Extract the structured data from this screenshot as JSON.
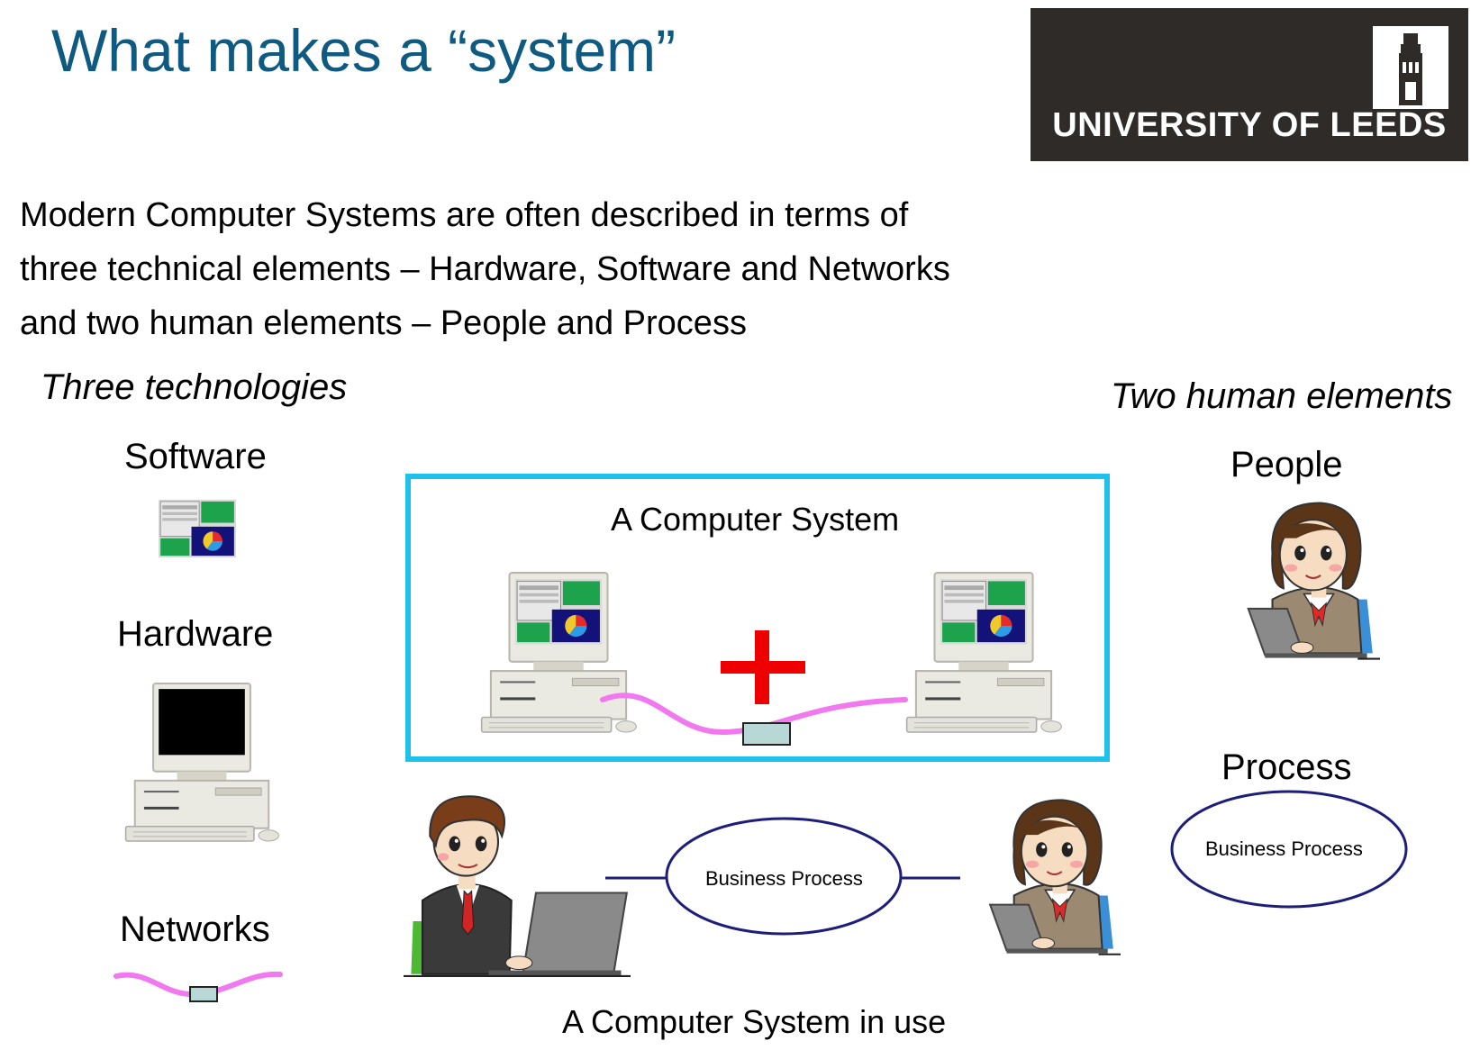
{
  "title": "What makes a “system”",
  "logo": {
    "name": "UNIVERSITY OF LEEDS"
  },
  "intro": [
    "Modern Computer Systems are often described in terms of",
    "three technical elements – Hardware, Software and Networks",
    "and two human elements – People and Process"
  ],
  "left": {
    "heading": "Three technologies",
    "software": "Software",
    "hardware": "Hardware",
    "networks": "Networks"
  },
  "center": {
    "box_label": "A Computer System",
    "in_use_label": "A Computer System in use",
    "process_label": "Business Process"
  },
  "right": {
    "heading": "Two human elements",
    "people": "People",
    "process": "Process",
    "process_label": "Business Process"
  },
  "colors": {
    "title": "#0e5a80",
    "logo_bg": "#2e2b28",
    "box_border": "#1ec0ec",
    "cable": "#f178ee",
    "plus": "#ee0000",
    "ellipse": "#1d1d7a"
  }
}
